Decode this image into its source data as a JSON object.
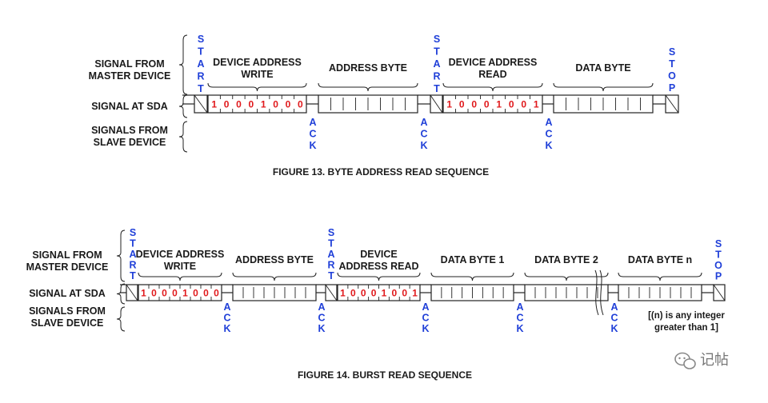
{
  "row_labels": {
    "master": [
      "SIGNAL FROM",
      "MASTER DEVICE"
    ],
    "sda": "SIGNAL AT SDA",
    "slave": [
      "SIGNALS FROM",
      "SLAVE DEVICE"
    ]
  },
  "vertical_words": {
    "start": "START",
    "stop": "STOP",
    "ack": "ACK"
  },
  "figure13": {
    "caption": "FIGURE 13.  BYTE ADDRESS READ SEQUENCE",
    "segments": [
      {
        "label": [
          "DEVICE ADDRESS",
          "WRITE"
        ],
        "bits": "10001000"
      },
      {
        "label": [
          "ADDRESS BYTE"
        ],
        "bits": ""
      },
      {
        "label": [
          "DEVICE ADDRESS",
          "READ"
        ],
        "bits": "10001001"
      },
      {
        "label": [
          "DATA BYTE"
        ],
        "bits": ""
      }
    ]
  },
  "figure14": {
    "caption": "FIGURE 14.  BURST READ SEQUENCE",
    "segments": [
      {
        "label": [
          "DEVICE ADDRESS",
          "WRITE"
        ],
        "bits": "10001000"
      },
      {
        "label": [
          "ADDRESS BYTE"
        ],
        "bits": ""
      },
      {
        "label": [
          "DEVICE",
          "ADDRESS READ"
        ],
        "bits": "10001001"
      },
      {
        "label": [
          "DATA BYTE 1"
        ],
        "bits": ""
      },
      {
        "label": [
          "DATA BYTE 2"
        ],
        "bits": ""
      },
      {
        "label": [
          "DATA BYTE n"
        ],
        "bits": ""
      }
    ],
    "note": [
      "[(n) is any integer",
      "greater than 1]"
    ]
  },
  "watermark": "记帖",
  "colors": {
    "ack_start_stop": "#1f3fd8",
    "bits": "#e0191c",
    "ink": "#1a1a1a"
  }
}
